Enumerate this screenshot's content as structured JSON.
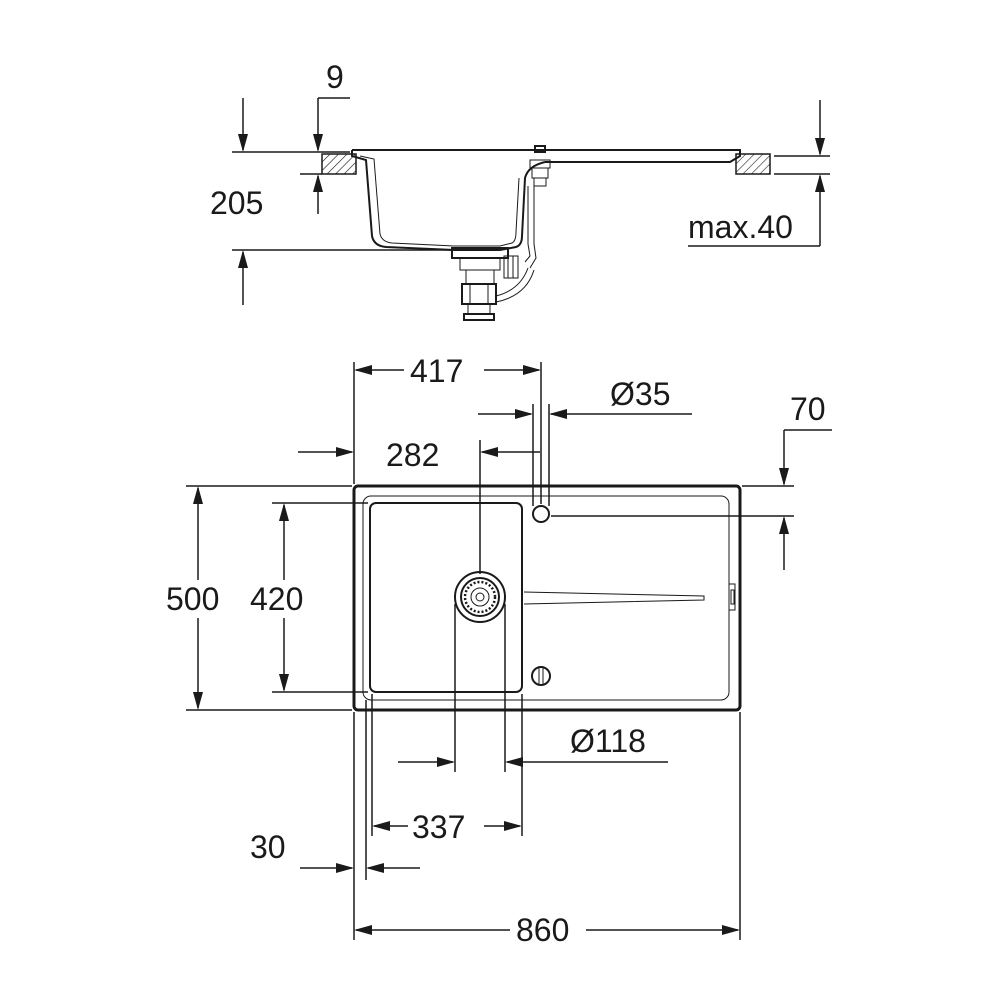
{
  "side_view": {
    "dim_lip_thickness": "9",
    "dim_bowl_depth": "205",
    "dim_countertop_max": "max.40"
  },
  "top_view": {
    "dim_tap_hole_offset": "417",
    "dim_tap_hole_diameter": "Ø35",
    "dim_tap_hole_edge": "70",
    "dim_bowl_center": "282",
    "dim_overall_depth": "500",
    "dim_bowl_depth": "420",
    "dim_waste_diameter": "Ø118",
    "dim_bowl_width": "337",
    "dim_edge_offset": "30",
    "dim_overall_width": "860"
  },
  "colors": {
    "ink": "#1a1a1a",
    "background": "#ffffff"
  }
}
